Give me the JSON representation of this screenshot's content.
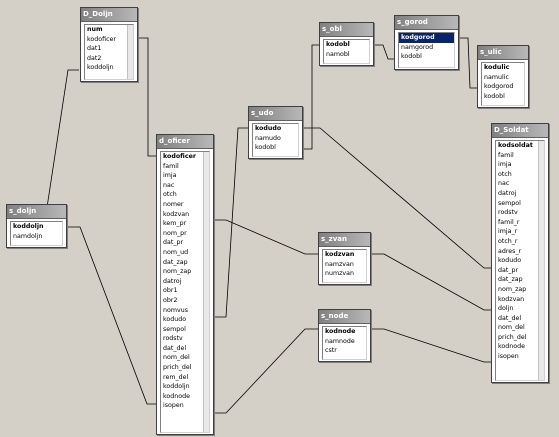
{
  "window": {
    "background": "#d4d0c8"
  },
  "tables": {
    "d_doljn": {
      "name": "D_Doljn",
      "fields": [
        {
          "label": "num",
          "pk": true
        },
        {
          "label": "kodoficer"
        },
        {
          "label": "dat1"
        },
        {
          "label": "dat2"
        },
        {
          "label": "koddoljn"
        }
      ]
    },
    "s_doljn": {
      "name": "s_doljn",
      "fields": [
        {
          "label": "koddoljn",
          "pk": true
        },
        {
          "label": "namdoljn"
        }
      ]
    },
    "d_oficer": {
      "name": "d_oficer",
      "fields": [
        {
          "label": "kodoficer",
          "pk": true
        },
        {
          "label": "famil"
        },
        {
          "label": "imja"
        },
        {
          "label": "nac"
        },
        {
          "label": "otch"
        },
        {
          "label": "nomer"
        },
        {
          "label": "kodzvan"
        },
        {
          "label": "kem_pr"
        },
        {
          "label": "nom_pr"
        },
        {
          "label": "dat_pr"
        },
        {
          "label": "nom_ud"
        },
        {
          "label": "dat_zap"
        },
        {
          "label": "nom_zap"
        },
        {
          "label": "datroj"
        },
        {
          "label": "obr1"
        },
        {
          "label": "obr2"
        },
        {
          "label": "nomvus"
        },
        {
          "label": "kodudo"
        },
        {
          "label": "sempol"
        },
        {
          "label": "rodstv"
        },
        {
          "label": "dat_del"
        },
        {
          "label": "nom_del"
        },
        {
          "label": "prich_del"
        },
        {
          "label": "rem_del"
        },
        {
          "label": "koddoljn"
        },
        {
          "label": "kodnode"
        },
        {
          "label": "isopen"
        }
      ]
    },
    "s_udo": {
      "name": "s_udo",
      "fields": [
        {
          "label": "kodudo",
          "pk": true
        },
        {
          "label": "namudo"
        },
        {
          "label": "kodobl"
        }
      ]
    },
    "s_obl": {
      "name": "s_obl",
      "fields": [
        {
          "label": "kodobl",
          "pk": true
        },
        {
          "label": "namobl"
        }
      ]
    },
    "s_gorod": {
      "name": "s_gorod",
      "fields": [
        {
          "label": "kodgorod",
          "pk": true,
          "selected": true
        },
        {
          "label": "namgorod"
        },
        {
          "label": "kodobl"
        }
      ]
    },
    "s_ulic": {
      "name": "s_ulic",
      "fields": [
        {
          "label": "kodulic",
          "pk": true
        },
        {
          "label": "namulic"
        },
        {
          "label": "kodgorod"
        },
        {
          "label": "kodobl"
        }
      ]
    },
    "s_zvan": {
      "name": "s_zvan",
      "fields": [
        {
          "label": "kodzvan",
          "pk": true
        },
        {
          "label": "namzvan"
        },
        {
          "label": "numzvan"
        }
      ]
    },
    "s_node": {
      "name": "s_node",
      "fields": [
        {
          "label": "kodnode",
          "pk": true
        },
        {
          "label": "namnode"
        },
        {
          "label": "cstr"
        }
      ]
    },
    "d_soldat": {
      "name": "D_Soldat",
      "fields": [
        {
          "label": "kodsoldat",
          "pk": true
        },
        {
          "label": "famil"
        },
        {
          "label": "imja"
        },
        {
          "label": "otch"
        },
        {
          "label": "nac"
        },
        {
          "label": "datroj"
        },
        {
          "label": "sempol"
        },
        {
          "label": "rodstv"
        },
        {
          "label": "famil_r"
        },
        {
          "label": "imja_r"
        },
        {
          "label": "otch_r"
        },
        {
          "label": "adres_r"
        },
        {
          "label": "kodudo"
        },
        {
          "label": "dat_pr"
        },
        {
          "label": "dat_zap"
        },
        {
          "label": "nom_zap"
        },
        {
          "label": "kodzvan"
        },
        {
          "label": "doljn"
        },
        {
          "label": "dat_del"
        },
        {
          "label": "nom_del"
        },
        {
          "label": "prich_del"
        },
        {
          "label": "kodnode"
        },
        {
          "label": "isopen"
        }
      ]
    }
  }
}
